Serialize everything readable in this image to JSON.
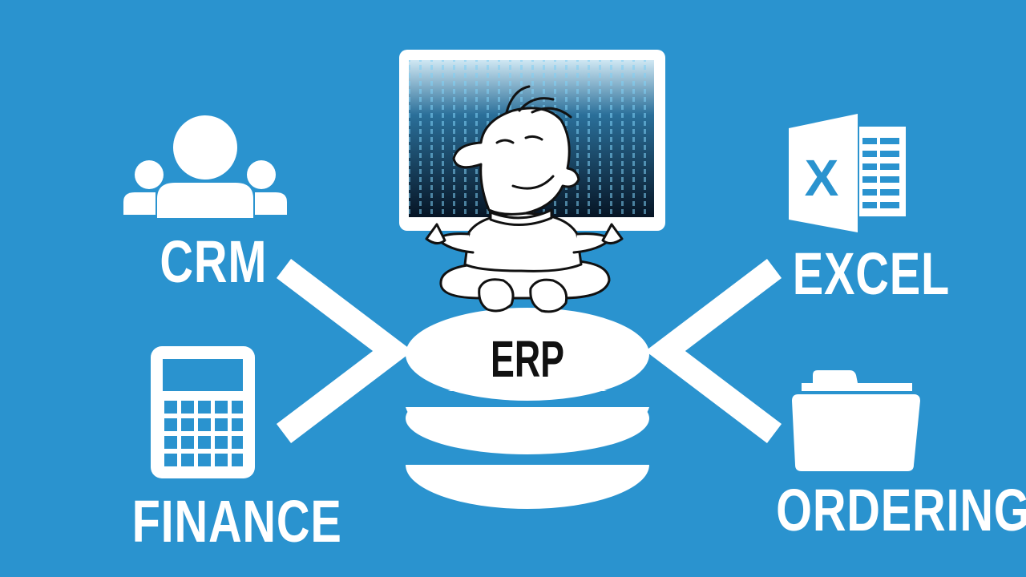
{
  "colors": {
    "background": "#2a93cf",
    "foreground": "#ffffff",
    "text_dark": "#111111",
    "screen_dark": "#0a1a2a",
    "screen_glow": "#3aa7d8"
  },
  "nodes": {
    "crm": {
      "label": "CRM",
      "icon": "users-group-icon"
    },
    "finance": {
      "label": "FINANCE",
      "icon": "calculator-icon"
    },
    "excel": {
      "label": "EXCEL",
      "icon": "excel-icon"
    },
    "ordering": {
      "label": "ORDERING",
      "icon": "folder-icon"
    },
    "erp": {
      "label": "ERP",
      "icon": "database-icon"
    }
  },
  "illustration": {
    "icon": "meditating-man-icon",
    "screen_icon": "binary-code-screen-icon"
  }
}
